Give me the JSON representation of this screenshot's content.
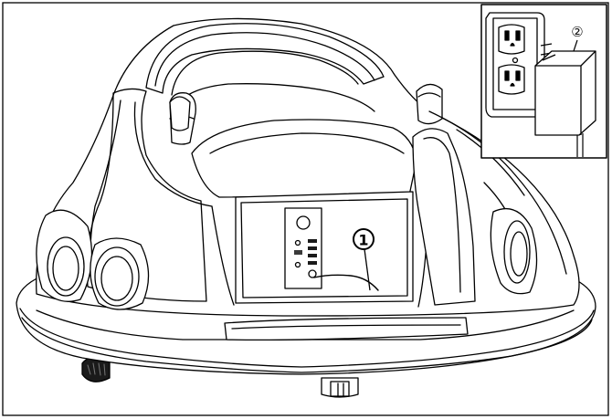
{
  "figure": {
    "callouts": [
      {
        "id": "callout-1",
        "label": "1",
        "refers_to": "charging-port"
      },
      {
        "id": "callout-2",
        "label": "②",
        "refers_to": "power-adapter"
      }
    ]
  },
  "colors": {
    "line": "#000000",
    "background": "#ffffff",
    "dark_fill": "#1a1a1a",
    "mid_fill": "#3a3a3a"
  }
}
